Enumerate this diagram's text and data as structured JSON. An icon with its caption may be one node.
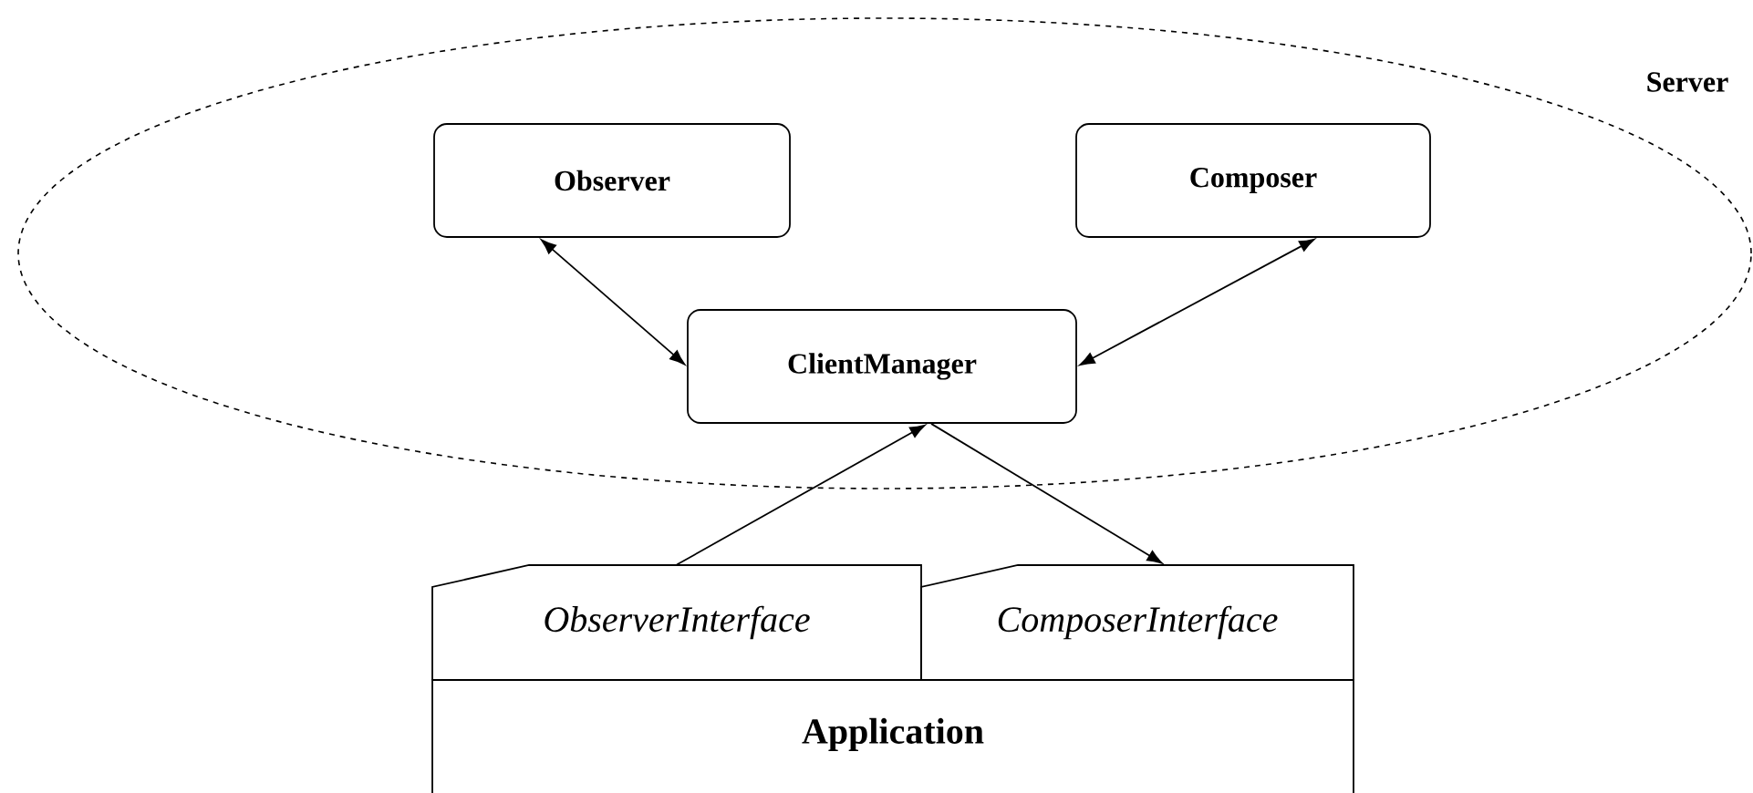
{
  "diagram": {
    "nodes": [
      {
        "text": [
          "Server"
        ]
      },
      {
        "text": [
          "Observer"
        ],
        "in": 0
      },
      {
        "text": [
          "Composer"
        ],
        "in": 0
      },
      {
        "text": [
          "ClientManager"
        ],
        "in": 0
      },
      {
        "text": [
          "Application"
        ]
      },
      {
        "text": [
          "ObserverInterface"
        ]
      },
      {
        "text": [
          "ComposerInterface"
        ]
      }
    ],
    "edges": [
      {
        "from": 1,
        "to": 3,
        "arrow": "both"
      },
      {
        "from": 2,
        "to": 3,
        "arrow": "both"
      },
      {
        "from": 5,
        "to": 3,
        "arrow": "to"
      },
      {
        "from": 3,
        "to": 6,
        "arrow": "to"
      }
    ]
  }
}
